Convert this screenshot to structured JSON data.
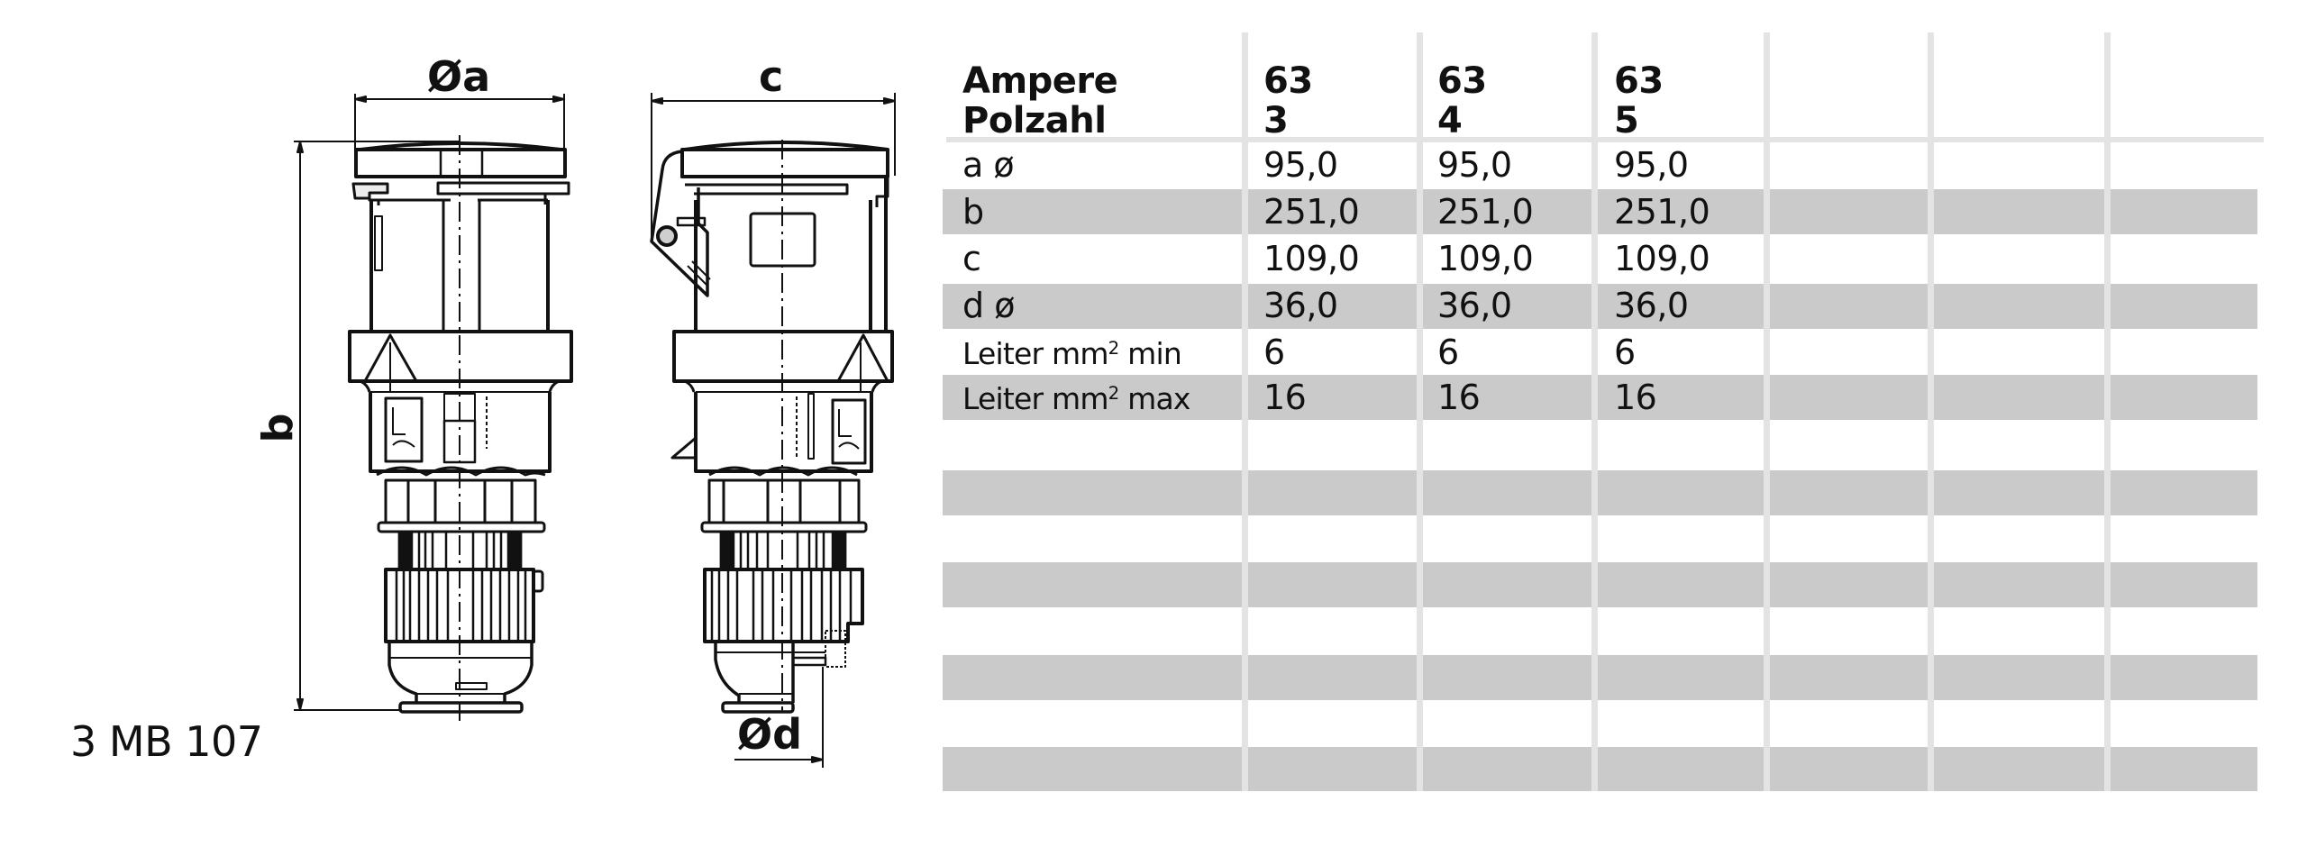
{
  "drawing": {
    "front_view": {
      "dimension_labels": {
        "a": "Øa",
        "b": "b"
      }
    },
    "side_view": {
      "dimension_labels": {
        "c": "c",
        "d": "Ød"
      }
    },
    "model_label": "3 MB 107"
  },
  "table": {
    "header": {
      "row1_label": "Ampere",
      "row2_label": "Polzahl",
      "columns": [
        {
          "ampere": "63",
          "polzahl": "3"
        },
        {
          "ampere": "63",
          "polzahl": "4"
        },
        {
          "ampere": "63",
          "polzahl": "5"
        },
        {
          "ampere": "",
          "polzahl": ""
        },
        {
          "ampere": "",
          "polzahl": ""
        },
        {
          "ampere": "",
          "polzahl": ""
        }
      ]
    },
    "rows": [
      {
        "label": "a ø",
        "values": [
          "95,0",
          "95,0",
          "95,0",
          "",
          "",
          ""
        ]
      },
      {
        "label": "b",
        "values": [
          "251,0",
          "251,0",
          "251,0",
          "",
          "",
          ""
        ]
      },
      {
        "label": "c",
        "values": [
          "109,0",
          "109,0",
          "109,0",
          "",
          "",
          ""
        ]
      },
      {
        "label": "d ø",
        "values": [
          "36,0",
          "36,0",
          "36,0",
          "",
          "",
          ""
        ]
      },
      {
        "label_pre": "Leiter mm",
        "label_sup": "2",
        "label_post": " min",
        "values": [
          "6",
          "6",
          "6",
          "",
          "",
          ""
        ]
      },
      {
        "label_pre": "Leiter mm",
        "label_sup": "2",
        "label_post": " max",
        "values": [
          "16",
          "16",
          "16",
          "",
          "",
          ""
        ]
      },
      {
        "label": "",
        "values": [
          "",
          "",
          "",
          "",
          "",
          ""
        ]
      },
      {
        "label": "",
        "values": [
          "",
          "",
          "",
          "",
          "",
          ""
        ]
      },
      {
        "label": "",
        "values": [
          "",
          "",
          "",
          "",
          "",
          ""
        ]
      },
      {
        "label": "",
        "values": [
          "",
          "",
          "",
          "",
          "",
          ""
        ]
      },
      {
        "label": "",
        "values": [
          "",
          "",
          "",
          "",
          "",
          ""
        ]
      },
      {
        "label": "",
        "values": [
          "",
          "",
          "",
          "",
          "",
          ""
        ]
      },
      {
        "label": "",
        "values": [
          "",
          "",
          "",
          "",
          "",
          ""
        ]
      },
      {
        "label": "",
        "values": [
          "",
          "",
          "",
          "",
          "",
          ""
        ]
      }
    ]
  },
  "colors": {
    "band_gray": "#cacaca",
    "grid_line": "#e3e3e3",
    "text": "#111111"
  }
}
